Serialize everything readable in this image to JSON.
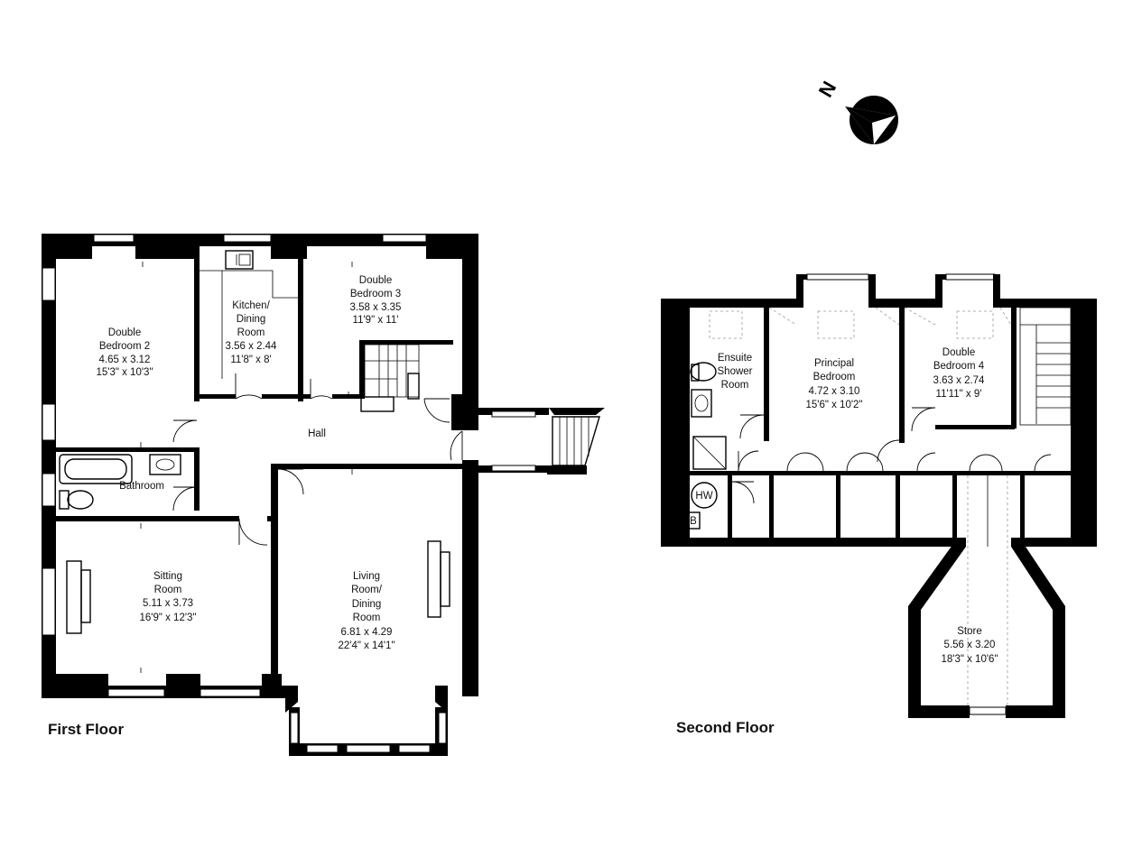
{
  "floors": {
    "first": {
      "title": "First Floor"
    },
    "second": {
      "title": "Second Floor"
    }
  },
  "compass": {
    "north_label": "N",
    "icon": "compass-north-arrow-icon"
  },
  "rooms": {
    "bedroom2": {
      "line1": "Double",
      "line2": "Bedroom 2",
      "metric": "4.65 x 3.12",
      "imperial": "15'3\" x 10'3\""
    },
    "kitchen": {
      "line1": "Kitchen/",
      "line2": "Dining",
      "line3": "Room",
      "metric": "3.56 x 2.44",
      "imperial": "11'8\" x 8'"
    },
    "bedroom3": {
      "line1": "Double",
      "line2": "Bedroom 3",
      "metric": "3.58 x 3.35",
      "imperial": "11'9\" x 11'"
    },
    "hall": {
      "line1": "Hall"
    },
    "bathroom": {
      "line1": "Bathroom"
    },
    "sitting": {
      "line1": "Sitting",
      "line2": "Room",
      "metric": "5.11 x 3.73",
      "imperial": "16'9\" x 12'3\""
    },
    "living": {
      "line1": "Living",
      "line2": "Room/",
      "line3": "Dining",
      "line4": "Room",
      "metric": "6.81 x 4.29",
      "imperial": "22'4\" x 14'1\""
    },
    "ensuite": {
      "line1": "Ensuite",
      "line2": "Shower",
      "line3": "Room"
    },
    "principal": {
      "line1": "Principal",
      "line2": "Bedroom",
      "metric": "4.72 x 3.10",
      "imperial": "15'6\" x 10'2\""
    },
    "bedroom4": {
      "line1": "Double",
      "line2": "Bedroom 4",
      "metric": "3.63 x 2.74",
      "imperial": "11'11\" x 9'"
    },
    "store": {
      "line1": "Store",
      "metric": "5.56 x 3.20",
      "imperial": "18'3\" x 10'6\""
    },
    "hw": {
      "label": "HW"
    },
    "boiler": {
      "label": "B"
    }
  }
}
